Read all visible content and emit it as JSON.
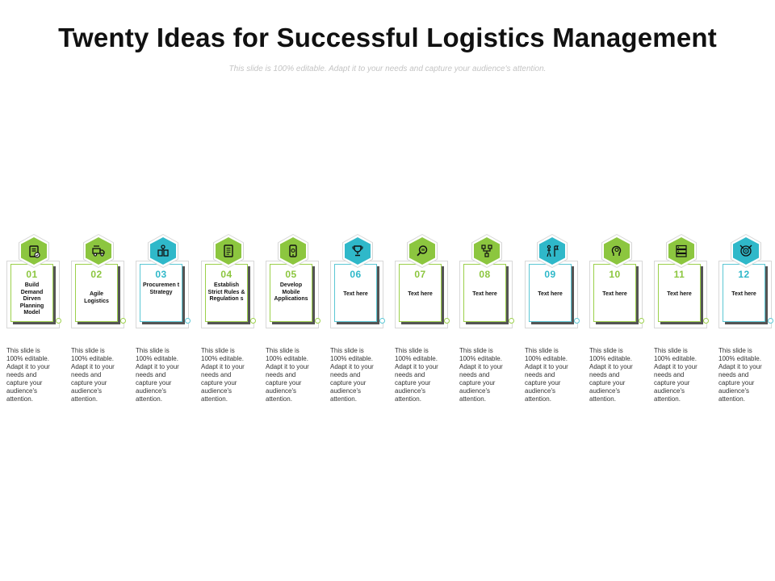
{
  "title": "Twenty Ideas for Successful Logistics Management",
  "subtitle": "This slide is 100% editable. Adapt it to your needs and capture your audience's attention.",
  "colors": {
    "green": "#8cc63f",
    "teal": "#2fb8c9",
    "card_green_border": "#9bd04a",
    "card_teal_border": "#5bc7d4"
  },
  "steps": [
    {
      "number": "01",
      "label": "Build Demand Dirven Planning Model",
      "icon": "clipboard-check-icon",
      "color": "green",
      "desc": "This slide is 100% editable. Adapt it to your needs and capture your audience's attention."
    },
    {
      "number": "02",
      "label": "Agile Logistics",
      "icon": "truck-icon",
      "color": "green",
      "desc": "This slide is 100% editable. Adapt it to your needs and capture your audience's attention."
    },
    {
      "number": "03",
      "label": "Procuremen t Strategy",
      "icon": "procurement-icon",
      "color": "teal",
      "desc": "This slide is 100% editable. Adapt it to your needs and capture your audience's attention."
    },
    {
      "number": "04",
      "label": "Establish Strict Rules & Regulation s",
      "icon": "rules-document-icon",
      "color": "green",
      "desc": "This slide is 100% editable. Adapt it to your needs and capture your audience's attention."
    },
    {
      "number": "05",
      "label": "Develop Mobile Applications",
      "icon": "mobile-app-icon",
      "color": "green",
      "desc": "This slide is 100% editable. Adapt it to your needs and capture your audience's attention."
    },
    {
      "number": "06",
      "label": "Text here",
      "icon": "trophy-icon",
      "color": "teal",
      "desc": "This slide is 100% editable. Adapt it to your needs and capture your audience's attention."
    },
    {
      "number": "07",
      "label": "Text here",
      "icon": "magnifier-icon",
      "color": "green",
      "desc": "This slide is 100% editable. Adapt it to your needs and capture your audience's attention."
    },
    {
      "number": "08",
      "label": "Text here",
      "icon": "network-icon",
      "color": "green",
      "desc": "This slide is 100% editable. Adapt it to your needs and capture your audience's attention."
    },
    {
      "number": "09",
      "label": "Text here",
      "icon": "goal-flag-icon",
      "color": "teal",
      "desc": "This slide is 100% editable. Adapt it to your needs and capture your audience's attention."
    },
    {
      "number": "10",
      "label": "Text here",
      "icon": "head-idea-icon",
      "color": "green",
      "desc": "This slide is 100% editable. Adapt it to your needs and capture your audience's attention."
    },
    {
      "number": "11",
      "label": "Text here",
      "icon": "server-icon",
      "color": "green",
      "desc": "This slide is 100% editable. Adapt it to your needs and capture your audience's attention."
    },
    {
      "number": "12",
      "label": "Text here",
      "icon": "target-tools-icon",
      "color": "teal",
      "desc": "This slide is 100% editable. Adapt it to your needs and capture your audience's attention."
    }
  ]
}
